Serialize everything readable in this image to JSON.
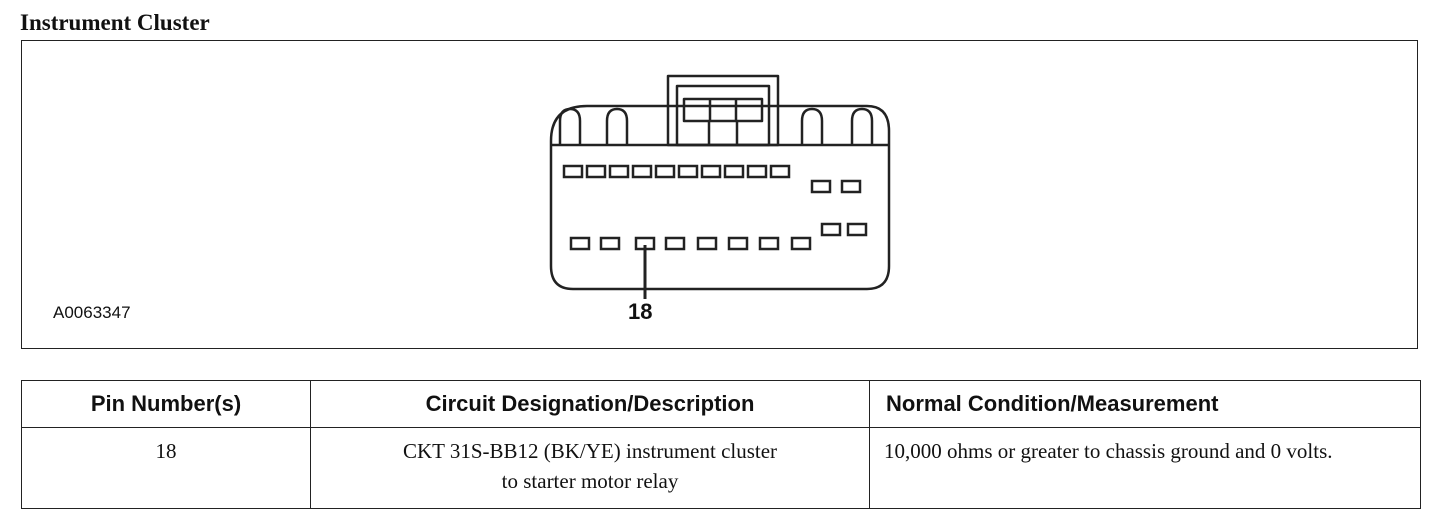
{
  "section_title": "Instrument Cluster",
  "diagram": {
    "figure_id": "A0063347",
    "pin_callout": "18",
    "connector_name": "instrument-cluster-connector"
  },
  "table": {
    "headers": [
      "Pin Number(s)",
      "Circuit Designation/Description",
      "Normal Condition/Measurement"
    ],
    "rows": [
      {
        "pin": "18",
        "circuit_line1": "CKT 31S-BB12 (BK/YE) instrument cluster",
        "circuit_line2": "to starter motor relay",
        "condition": "10,000 ohms or greater to chassis ground and 0 volts."
      }
    ]
  }
}
